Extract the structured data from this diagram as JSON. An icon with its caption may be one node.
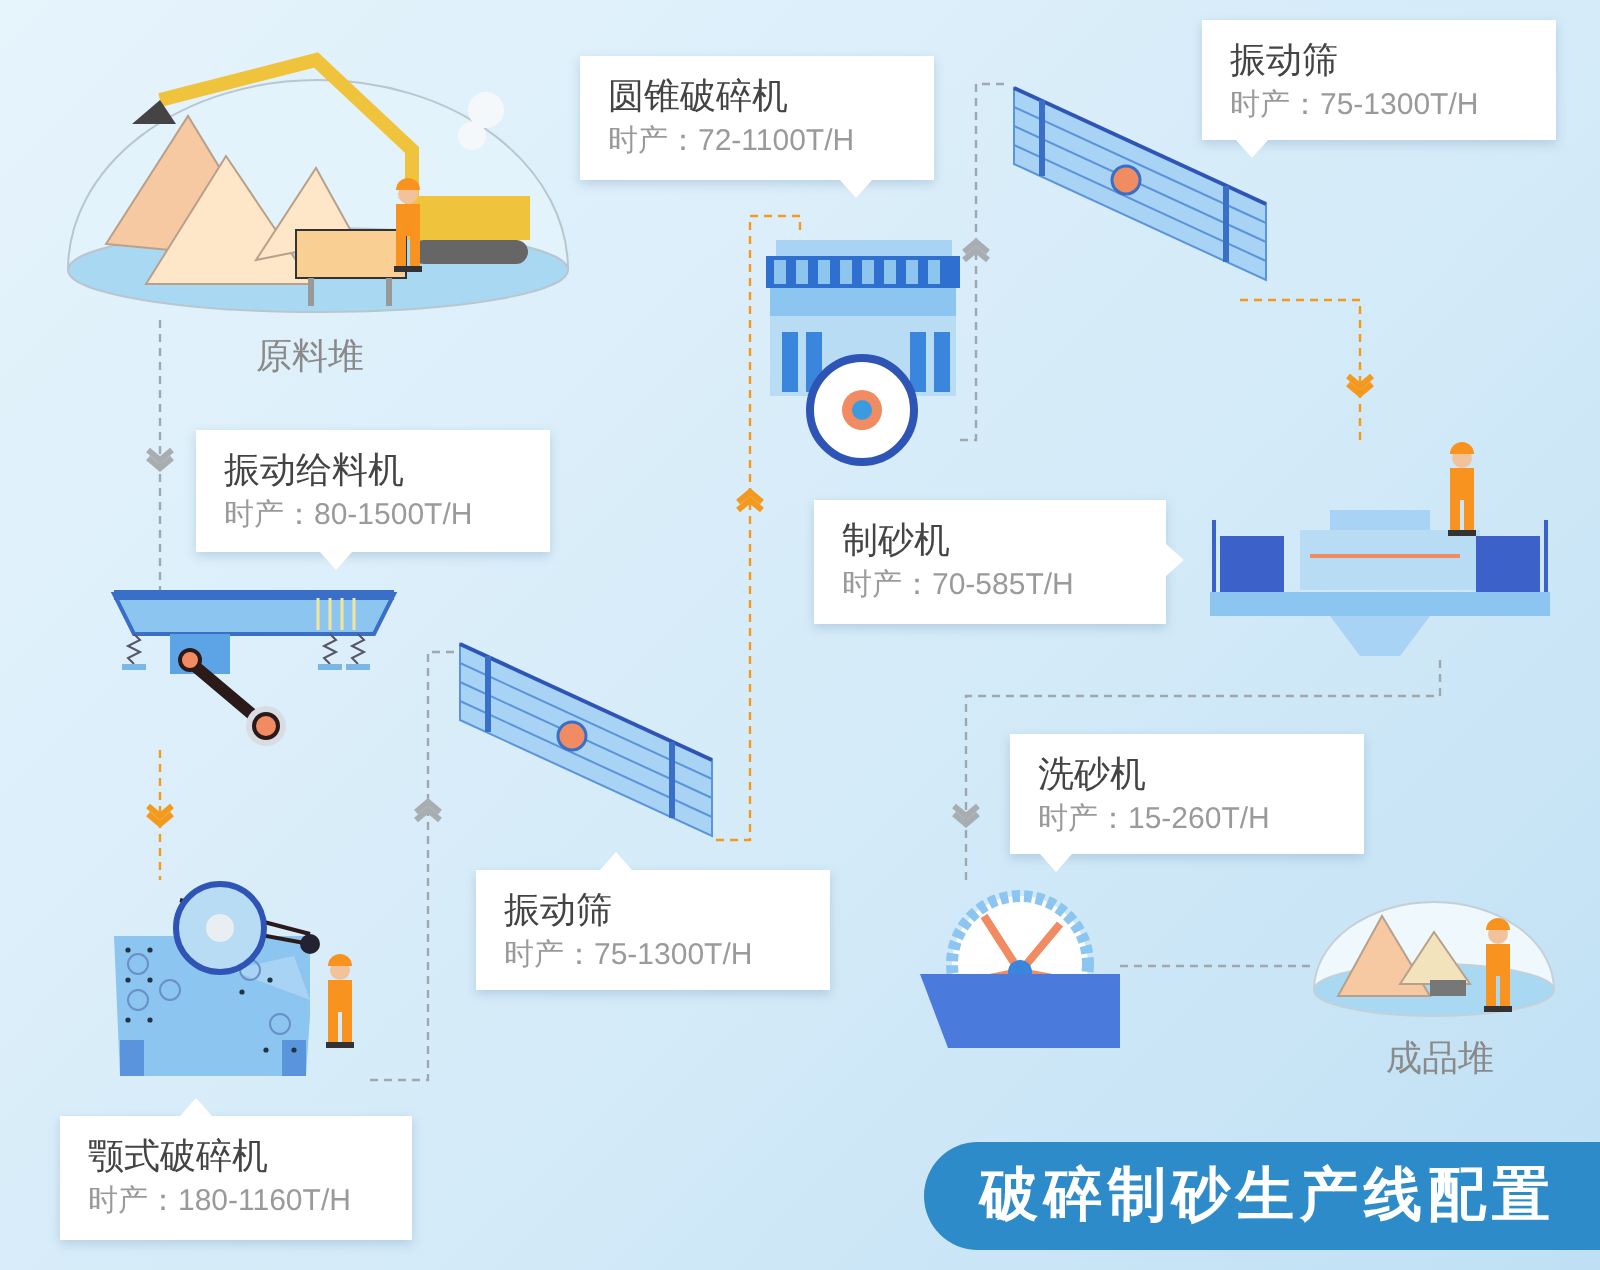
{
  "diagram": {
    "title": "破碎制砂生产线配置",
    "nodes": [
      {
        "text": [],
        "shape": "picture",
        "beside": [
          "原料堆"
        ]
      },
      {
        "text": [],
        "shape": "picture"
      },
      {
        "text": [],
        "shape": "picture"
      },
      {
        "text": [],
        "shape": "picture"
      },
      {
        "text": [],
        "shape": "picture"
      },
      {
        "text": [],
        "shape": "picture"
      },
      {
        "text": [],
        "shape": "picture"
      },
      {
        "text": [],
        "shape": "picture"
      },
      {
        "text": [],
        "shape": "picture",
        "beside": [
          "成品堆"
        ]
      },
      {
        "text": [
          "振动给料机",
          "时产：80-1500T/H"
        ]
      },
      {
        "text": [
          "颚式破碎机",
          "时产：180-1160T/H"
        ]
      },
      {
        "text": [
          "振动筛",
          "时产：75-1300T/H"
        ]
      },
      {
        "text": [
          "圆锥破碎机",
          "时产：72-1100T/H"
        ]
      },
      {
        "text": [
          "振动筛",
          "时产：75-1300T/H"
        ]
      },
      {
        "text": [
          "制砂机",
          "时产：70-585T/H"
        ]
      },
      {
        "text": [
          "洗砂机",
          "时产：15-260T/H"
        ]
      }
    ],
    "edges": [
      {
        "from": 0,
        "to": 1,
        "arrow": "to"
      },
      {
        "from": 1,
        "to": 2,
        "arrow": "to",
        "color": "#f39a1e"
      },
      {
        "from": 2,
        "to": 3,
        "arrow": "to"
      },
      {
        "from": 3,
        "to": 4,
        "arrow": "to",
        "color": "#f39a1e"
      },
      {
        "from": 4,
        "to": 5,
        "arrow": "to"
      },
      {
        "from": 5,
        "to": 6,
        "arrow": "to",
        "color": "#f39a1e"
      },
      {
        "from": 6,
        "to": 7,
        "arrow": "to"
      },
      {
        "from": 7,
        "to": 8,
        "arrow": "none"
      }
    ]
  }
}
